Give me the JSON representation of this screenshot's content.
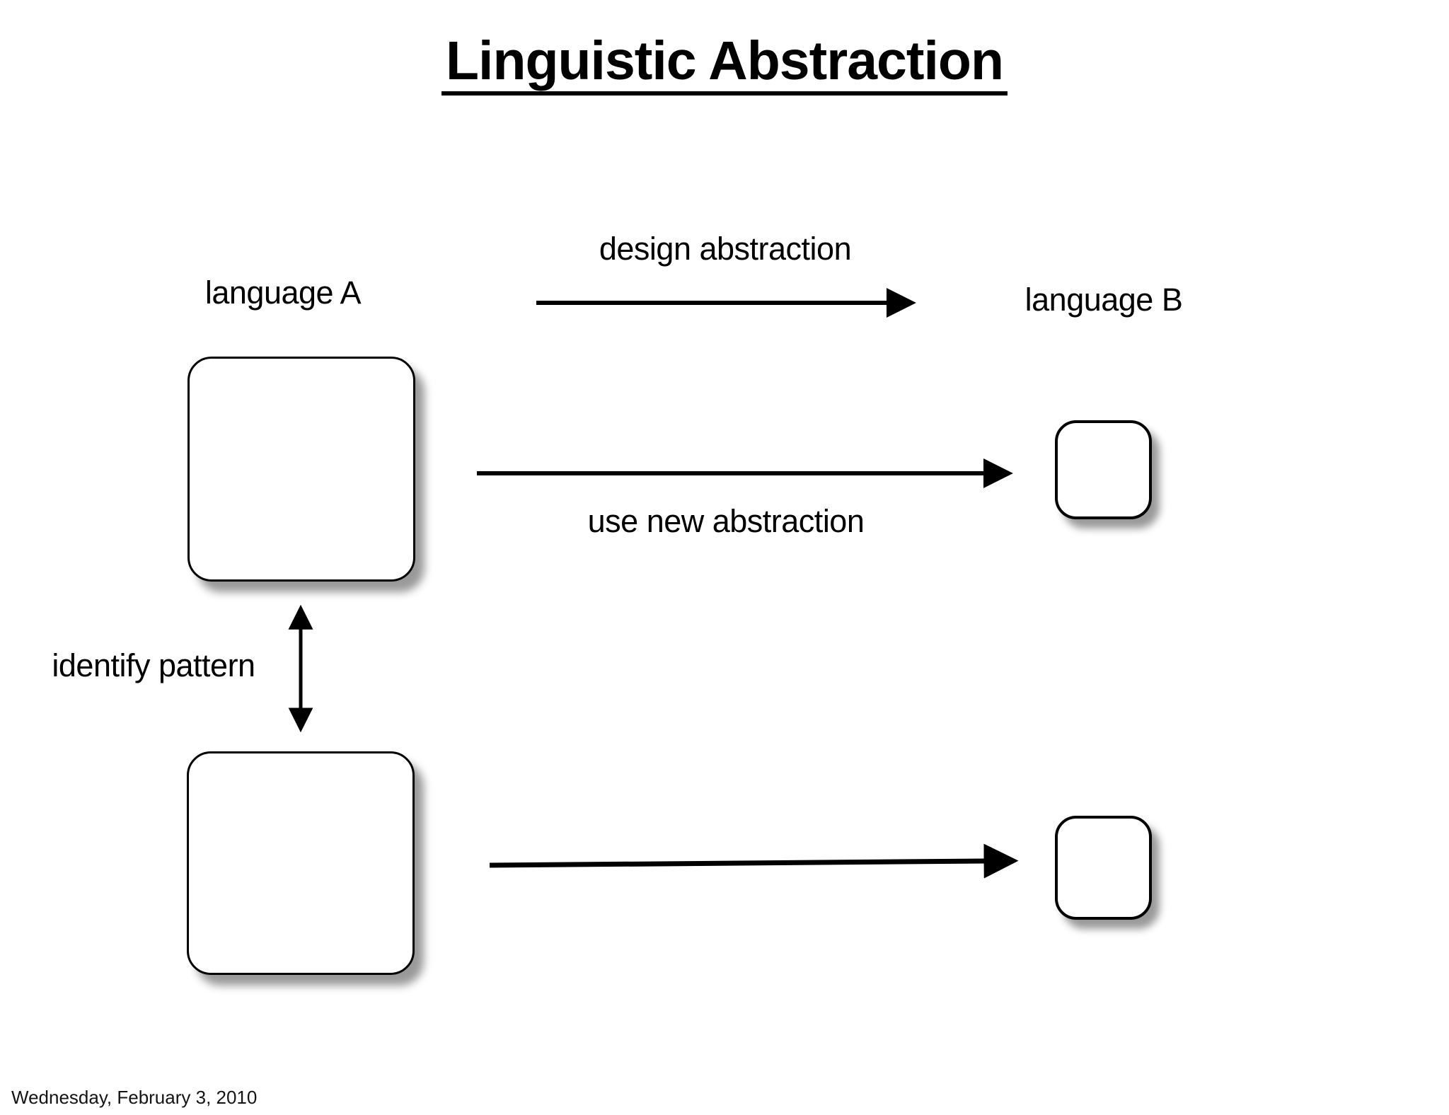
{
  "slide": {
    "title": "Linguistic Abstraction",
    "labels": {
      "language_a": "language A",
      "language_b": "language B",
      "design_abstraction": "design abstraction",
      "use_new_abstraction": "use new abstraction",
      "identify_pattern": "identify pattern"
    },
    "footer": "Wednesday, February 3, 2010",
    "colors": {
      "background": "#ffffff",
      "ink": "#000000",
      "footer_text": "#141414"
    }
  }
}
